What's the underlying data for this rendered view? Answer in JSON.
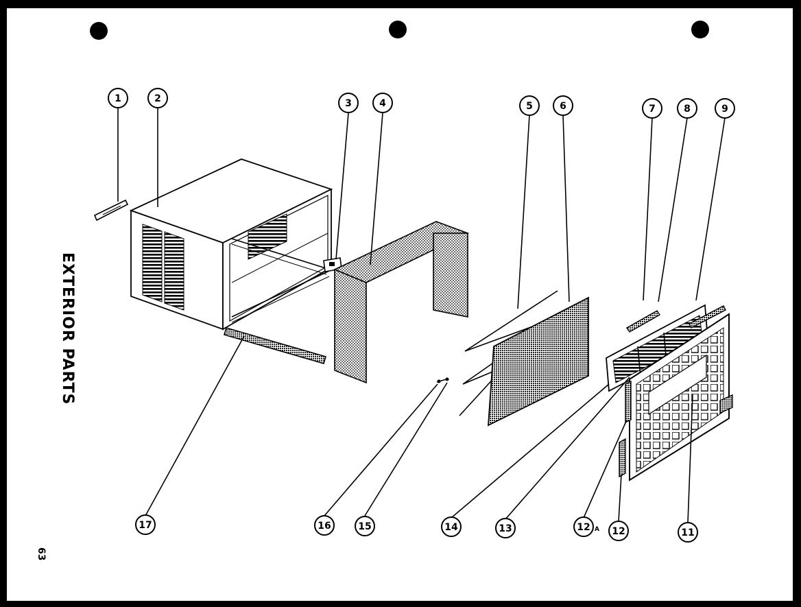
{
  "title": "EXTERIOR PARTS",
  "page_number": "63",
  "callouts": [
    "1",
    "2",
    "3",
    "4",
    "5",
    "6",
    "7",
    "8",
    "9",
    "17",
    "16",
    "15",
    "14",
    "13",
    "12",
    "12",
    "11"
  ],
  "callout_suffix_12a": "A"
}
